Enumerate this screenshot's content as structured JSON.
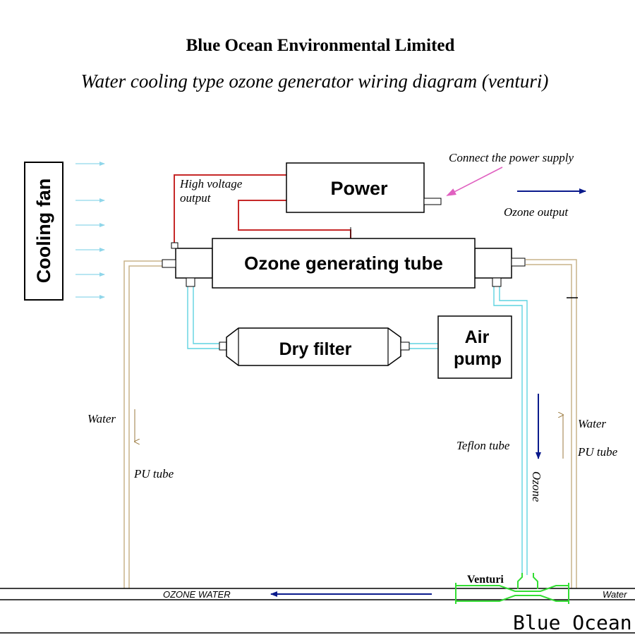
{
  "header": {
    "company": "Blue Ocean Environmental Limited",
    "subtitle": "Water cooling type ozone generator wiring diagram (venturi)"
  },
  "components": {
    "cooling_fan": "Cooling fan",
    "power": "Power",
    "ozone_tube": "Ozone generating tube",
    "dry_filter": "Dry filter",
    "air_pump_line1": "Air",
    "air_pump_line2": "pump",
    "venturi": "Venturi"
  },
  "annotations": {
    "high_voltage_line1": "High voltage",
    "high_voltage_line2": "output",
    "connect_power": "Connect the power supply",
    "ozone_output": "Ozone output",
    "water_left": "Water",
    "pu_tube_left": "PU tube",
    "teflon_tube": "Teflon tube",
    "ozone_vertical": "Ozone",
    "water_right": "Water",
    "pu_tube_right": "PU tube",
    "ozone_water": "OZONE WATER",
    "water_inlet": "Water"
  },
  "brand": "Blue Ocean",
  "colors": {
    "high_voltage_wire": "#c62828",
    "teflon_tube": "#5fd3e0",
    "pu_tube": "#c9b48a",
    "ozone_arrow": "#0a1a8c",
    "airflow_arrow": "#8fd6ea",
    "venturi": "#33dd33",
    "power_arrow": "#e060c0"
  }
}
